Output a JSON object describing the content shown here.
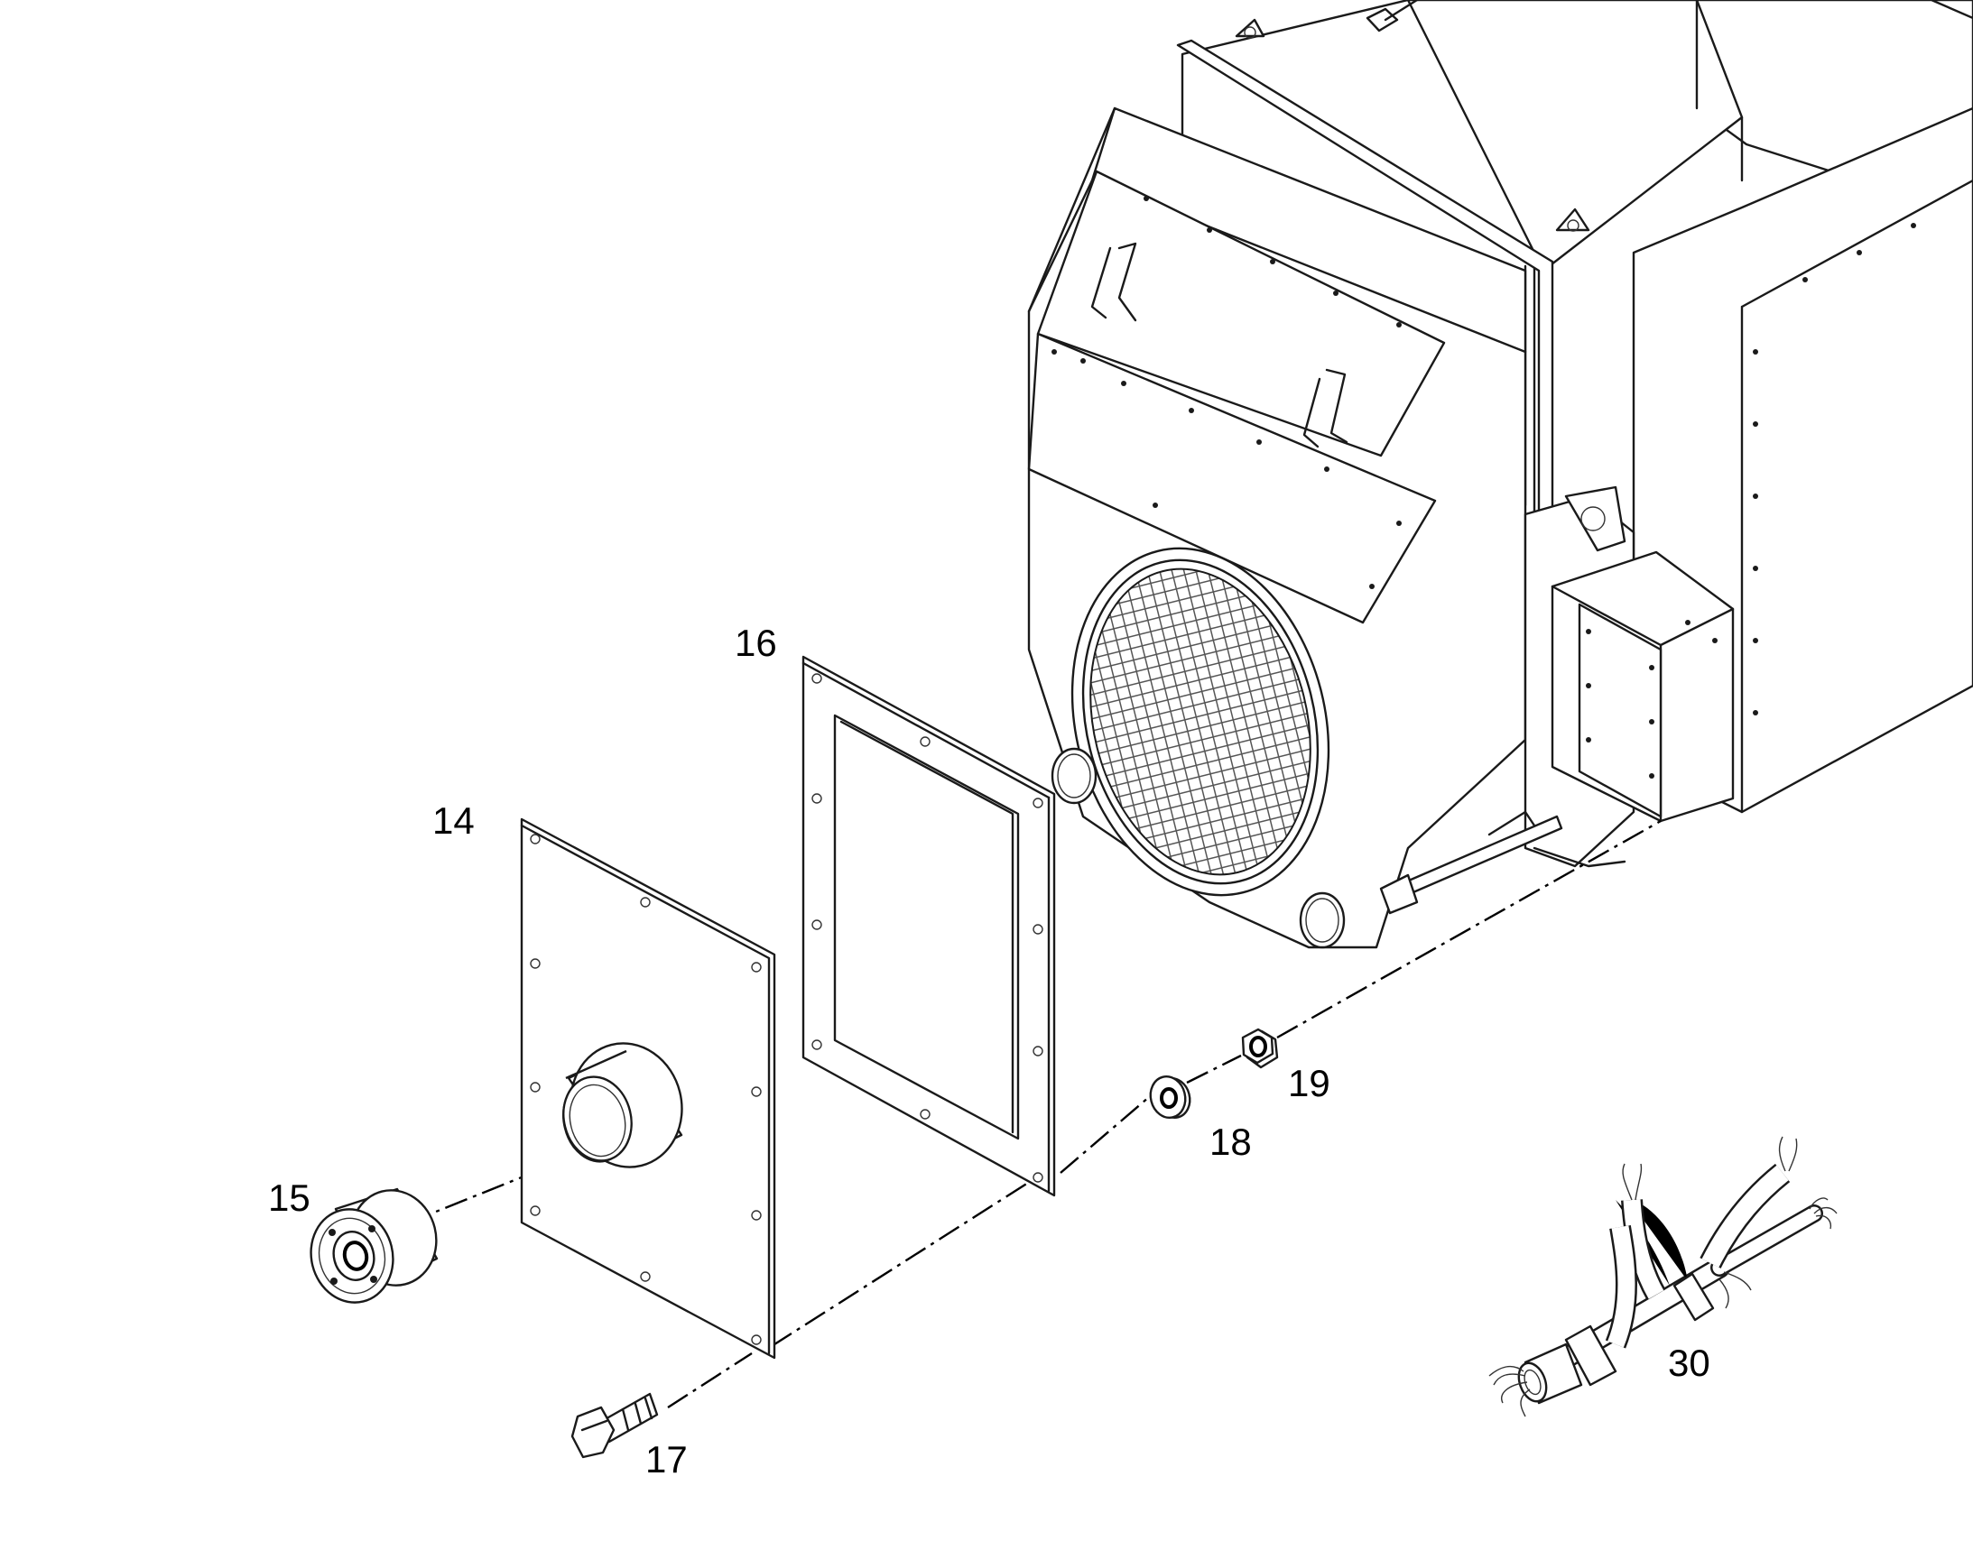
{
  "diagram": {
    "parts": [
      {
        "id": "14",
        "label": "14"
      },
      {
        "id": "15",
        "label": "15"
      },
      {
        "id": "16",
        "label": "16"
      },
      {
        "id": "17",
        "label": "17"
      },
      {
        "id": "18",
        "label": "18"
      },
      {
        "id": "19",
        "label": "19"
      },
      {
        "id": "30",
        "label": "30"
      }
    ]
  }
}
